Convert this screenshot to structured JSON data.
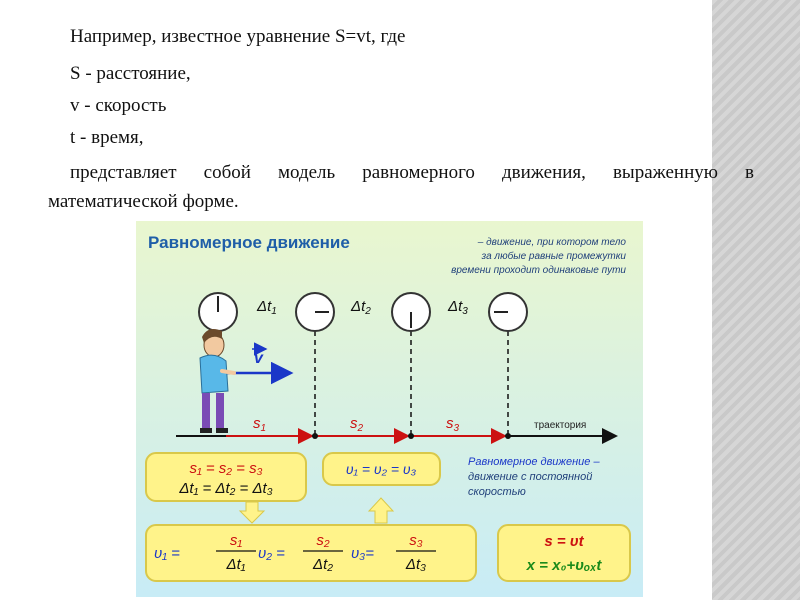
{
  "text": {
    "line1": "Например, известное уравнение S=vt,  где",
    "line2": "S - расстояние,",
    "line3": " v - скорость",
    "line4": " t  - время,",
    "paragraph": "представляет собой модель равномерного движения, выраженную в математической форме."
  },
  "figure": {
    "title": "Равномерное движение",
    "definition": [
      "– движение, при котором тело",
      "за любые равные промежутки",
      "времени проходит одинаковые пути"
    ],
    "intervals": [
      "Δt",
      "Δt",
      "Δt"
    ],
    "interval_subs": [
      "1",
      "2",
      "3"
    ],
    "velocity_label": "v",
    "distances": [
      "s",
      "s",
      "s"
    ],
    "distance_subs": [
      "1",
      "2",
      "3"
    ],
    "trajectory_label": "траектория",
    "box_s_line1": "s₁ = s₂ = s₃",
    "box_s_line2": "Δt₁ = Δt₂ = Δt₃",
    "box_v": "υ₁ = υ₂ = υ₃",
    "side_def": [
      "Равномерное движение –",
      "движение с постоянной",
      "скоростью"
    ],
    "formula_labels": [
      "υ₁ =",
      "υ₂ =",
      "υ₃="
    ],
    "formula_num": [
      "s₁",
      "s₂",
      "s₃"
    ],
    "formula_den": [
      "Δt₁",
      "Δt₂",
      "Δt₃"
    ],
    "law1": "s = υt",
    "law2": "x = x₀+υₒₓt",
    "colors": {
      "bg_top": "#e9f6cf",
      "bg_bottom": "#c8ecf6",
      "title": "#1f5ea8",
      "red": "#cc1111",
      "box": "#fff38a",
      "box_border": "#d9c84a",
      "arrow": "#1a37c8",
      "green": "#1a8a1a"
    }
  }
}
